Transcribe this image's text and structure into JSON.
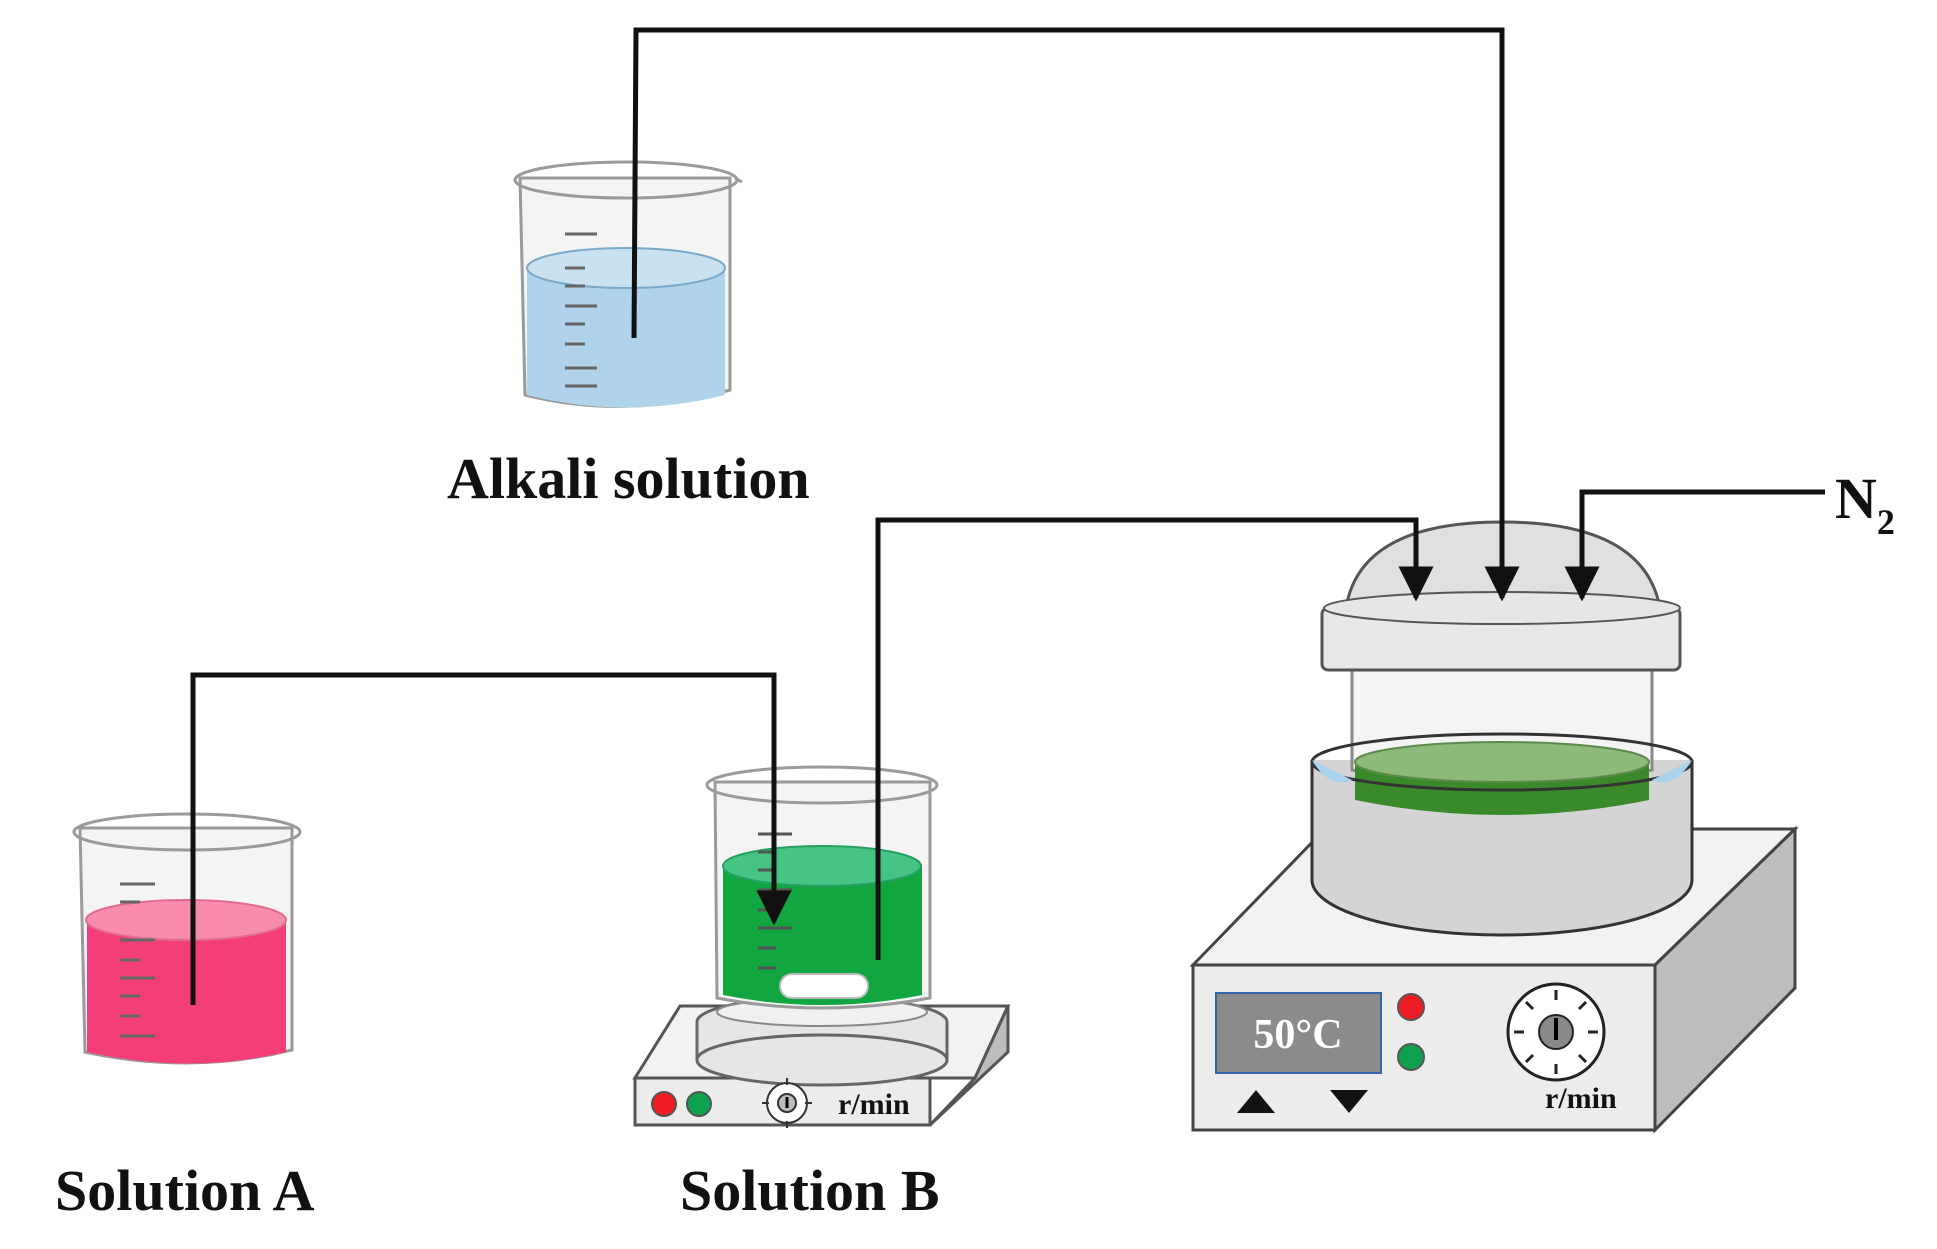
{
  "labels": {
    "alkali": "Alkali solution",
    "solution_a": "Solution A",
    "solution_b": "Solution B",
    "gas_main": "N",
    "gas_sub": "2"
  },
  "stirrer_small": {
    "unit_label": "r/min"
  },
  "reactor": {
    "temperature_display": "50°C",
    "unit_label": "r/min"
  },
  "colors": {
    "alkali_liquid": "#afd3ea",
    "solution_a_liquid": "#f43e78",
    "solution_b_liquid": "#12a640",
    "reactor_liquid": "#3a8a2c",
    "display_bg": "#8b8b8b",
    "led_red": "#ee1c25",
    "led_green": "#0ea14e",
    "glass": "#f2f2f2",
    "device_body": "#e9e9e9"
  }
}
